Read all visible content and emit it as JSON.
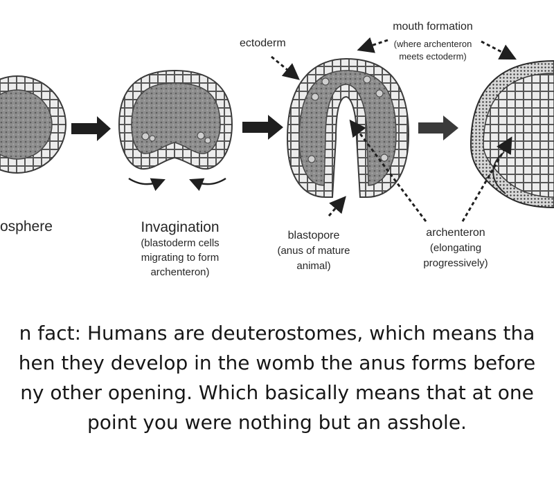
{
  "stages": [
    {
      "label": [
        "osphere"
      ]
    },
    {
      "label": [
        "Invagination",
        "(blastoderm cells",
        "migrating to form",
        "archenteron)"
      ]
    }
  ],
  "annotations": {
    "ectoderm": "ectoderm",
    "mouth_formation": [
      "mouth formation",
      "(where archenteron",
      "meets ectoderm)"
    ],
    "blastopore": [
      "blastopore",
      "(anus of mature",
      "animal)"
    ],
    "archenteron": [
      "archenteron",
      "(elongating",
      "progressively)"
    ]
  },
  "caption": [
    "n fact: Humans are deuterostomes, which means tha",
    "hen they develop in the womb the anus forms before",
    "ny other opening. Which basically means that at one",
    "point you were nothing but an asshole."
  ],
  "colors": {
    "cell_outline": "#3a3a3a",
    "interior": "#8a8a8a",
    "arrow": "#1f1f1f"
  }
}
